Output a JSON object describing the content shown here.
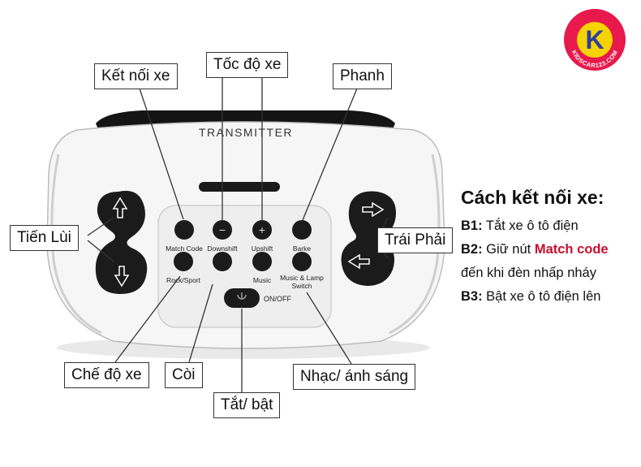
{
  "device": {
    "title": "TRANSMITTER",
    "buttons": [
      {
        "label": "Match Code",
        "glyph": ""
      },
      {
        "label": "Downshift",
        "glyph": "−"
      },
      {
        "label": "Upshift",
        "glyph": "+"
      },
      {
        "label": "Barke",
        "glyph": ""
      },
      {
        "label": "Rock/Sport",
        "glyph": ""
      },
      {
        "label": "",
        "glyph": ""
      },
      {
        "label": "Music",
        "glyph": ""
      },
      {
        "label": "Music & Lamp",
        "label2": "Switch",
        "glyph": ""
      }
    ],
    "power_label": "ON/OFF"
  },
  "callouts": {
    "ket_noi_xe": "Kết nối xe",
    "toc_do_xe": "Tốc độ xe",
    "phanh": "Phanh",
    "tien_lui": "Tiến Lùi",
    "trai_phai": "Trái Phải",
    "che_do_xe": "Chế độ xe",
    "coi": "Còi",
    "nhac_anh_sang": "Nhạc/ ánh sáng",
    "tat_bat": "Tắt/ bật"
  },
  "instructions": {
    "heading": "Cách kết nối xe:",
    "b1_prefix": "B1:",
    "b1_text": " Tắt xe ô tô điện",
    "b2_prefix": "B2:",
    "b2_text": " Giữ nút ",
    "b2_highlight": "Match code",
    "b2_cont": "đến khi đèn nhấp nháy",
    "b3_prefix": "B3:",
    "b3_text": " Bật xe ô tô điện lên"
  },
  "logo": {
    "letter": "K",
    "ring_text": "KIDSCAR123.COM"
  },
  "colors": {
    "brand_red": "#e8194c",
    "logo_yellow": "#f5d300",
    "logo_blue": "#2c3fa0",
    "highlight_red": "#c8102e"
  }
}
